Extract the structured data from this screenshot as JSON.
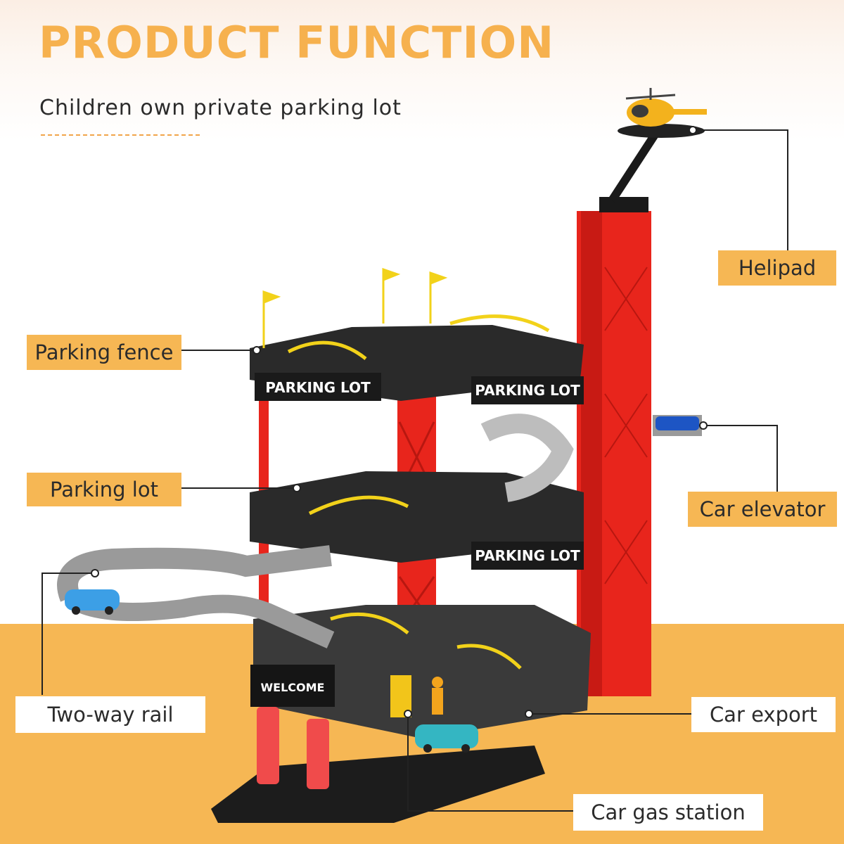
{
  "header": {
    "title": "PRODUCT FUNCTION",
    "subtitle": "Children own private parking lot"
  },
  "labels": {
    "helipad": "Helipad",
    "parking_fence": "Parking fence",
    "car_elevator": "Car elevator",
    "parking_lot": "Parking lot",
    "two_way_rail": "Two-way rail",
    "car_export": "Car export",
    "car_gas_station": "Car gas station"
  },
  "toy_text": {
    "sign_upper_left": "PARKING LOT",
    "sign_upper_right": "PARKING LOT",
    "sign_middle": "PARKING LOT",
    "welcome_sign": "WELCOME"
  },
  "colors": {
    "accent": "#f6b754",
    "title": "#f6b14e",
    "tower_red": "#e8251c",
    "deck_dark": "#2a2a2a",
    "rail_yellow": "#f2d21a",
    "track_gray": "#9a9a9a"
  }
}
